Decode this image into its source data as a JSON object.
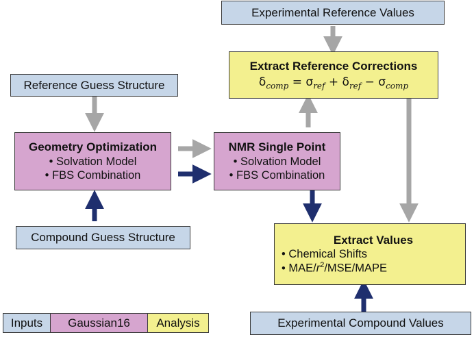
{
  "nodes": {
    "exp_ref": {
      "label": "Experimental Reference Values"
    },
    "extract_ref": {
      "title": "Extract Reference Corrections",
      "formula": {
        "delta": "δ",
        "comp": "comp",
        "eq": " = ",
        "sigma": "σ",
        "ref": "ref",
        "plus": " + ",
        "minus": " − "
      }
    },
    "ref_guess": {
      "label": "Reference Guess Structure"
    },
    "geom_opt": {
      "title": "Geometry Optimization",
      "bullets": [
        "Solvation Model",
        "FBS Combination"
      ]
    },
    "nmr": {
      "title": "NMR Single Point",
      "bullets": [
        "Solvation Model",
        "FBS Combination"
      ]
    },
    "comp_guess": {
      "label": "Compound Guess Structure"
    },
    "extract_vals": {
      "title": "Extract Values",
      "bullet1": "Chemical Shifts",
      "bullet2_pre": "MAE/",
      "bullet2_r": "r",
      "bullet2_sup": "2",
      "bullet2_post": "/MSE/MAPE"
    },
    "exp_comp": {
      "label": "Experimental Compound Values"
    }
  },
  "legend": [
    {
      "label": "Inputs",
      "color": "#c6d6e8"
    },
    {
      "label": "Gaussian16",
      "color": "#d6a5cf"
    },
    {
      "label": "Analysis",
      "color": "#f3f08f"
    }
  ],
  "colors": {
    "input": "#c6d6e8",
    "gaussian": "#d6a5cf",
    "analysis": "#f3f08f",
    "reference_arrow": "#a6a6a6",
    "compound_arrow": "#1f2f6e"
  }
}
